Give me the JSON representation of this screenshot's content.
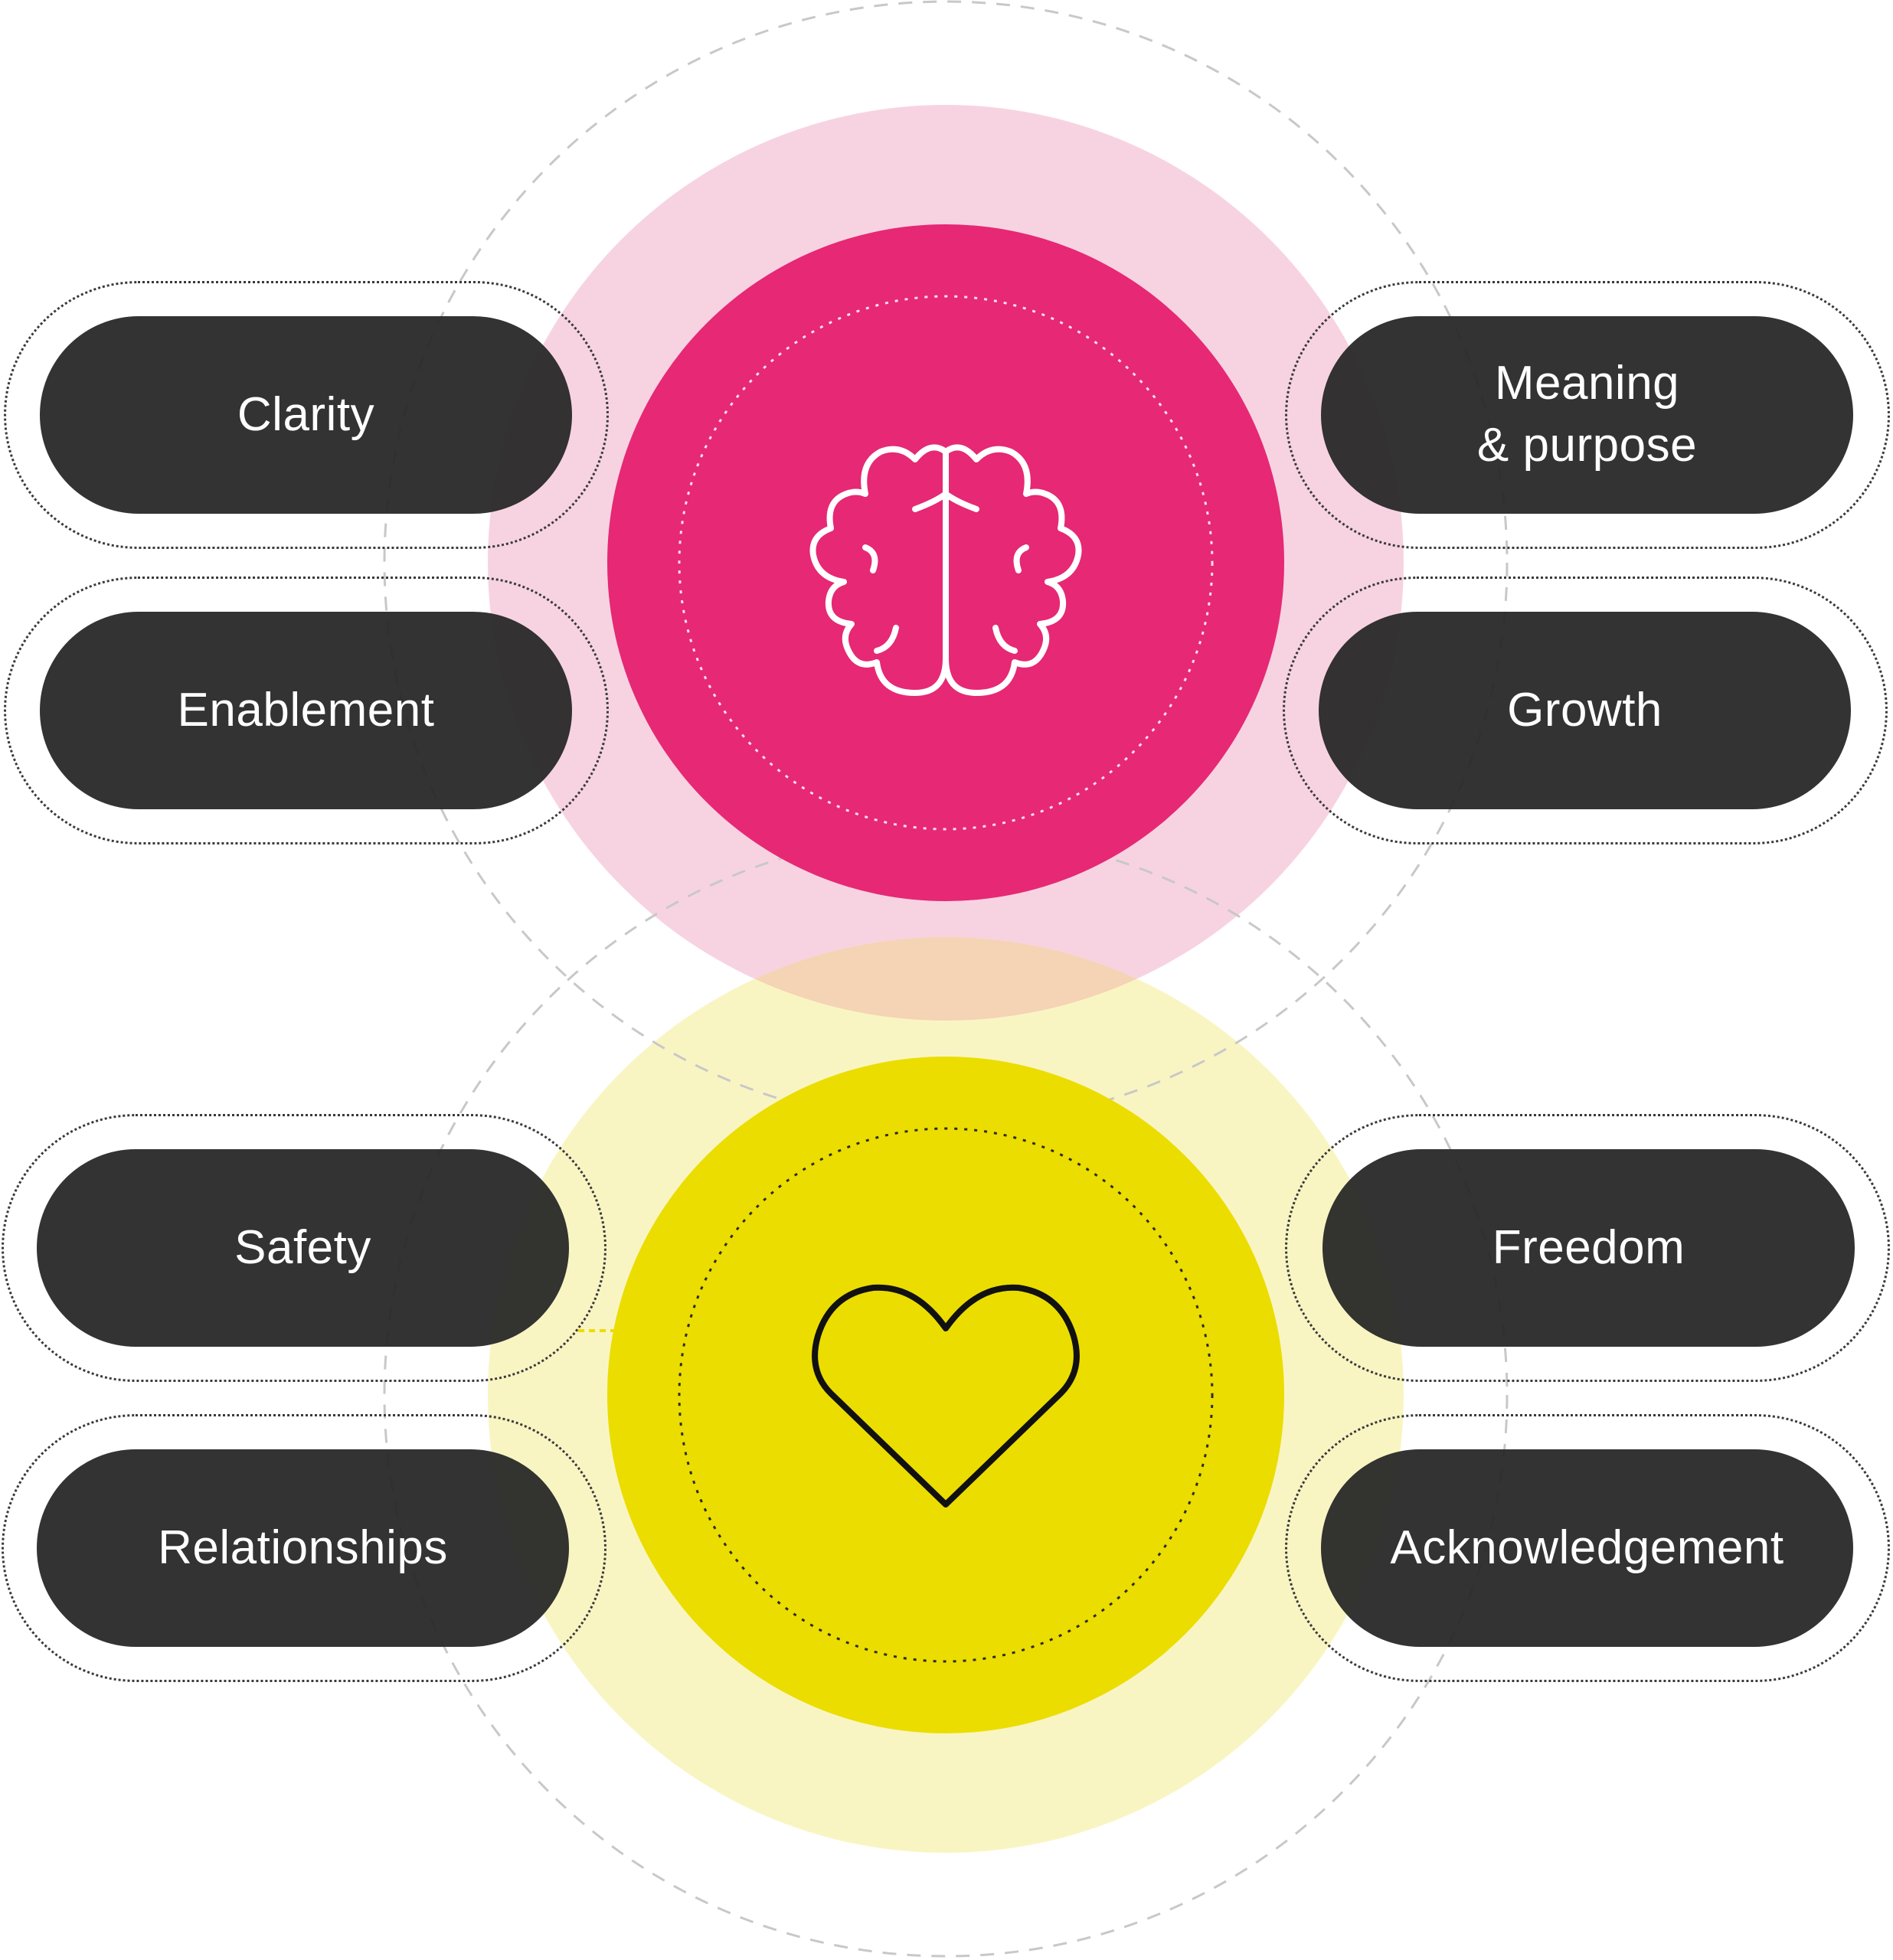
{
  "colors": {
    "pink_outer": "#f7d3e1",
    "pink_inner": "#e62875",
    "yellow_outer": "#f9f5c3",
    "yellow_inner": "#ebdd00",
    "pill": "#282828",
    "pill_text": "#ffffff",
    "dashed_ring": "#c4c4c4"
  },
  "icons": {
    "top": "brain-icon",
    "bottom": "heart-icon"
  },
  "pills": {
    "clarity": "Clarity",
    "meaning_line1": "Meaning",
    "meaning_line2": "& purpose",
    "enablement": "Enablement",
    "growth": "Growth",
    "safety": "Safety",
    "freedom": "Freedom",
    "relationships": "Relationships",
    "acknowledgement": "Acknowledgement"
  }
}
